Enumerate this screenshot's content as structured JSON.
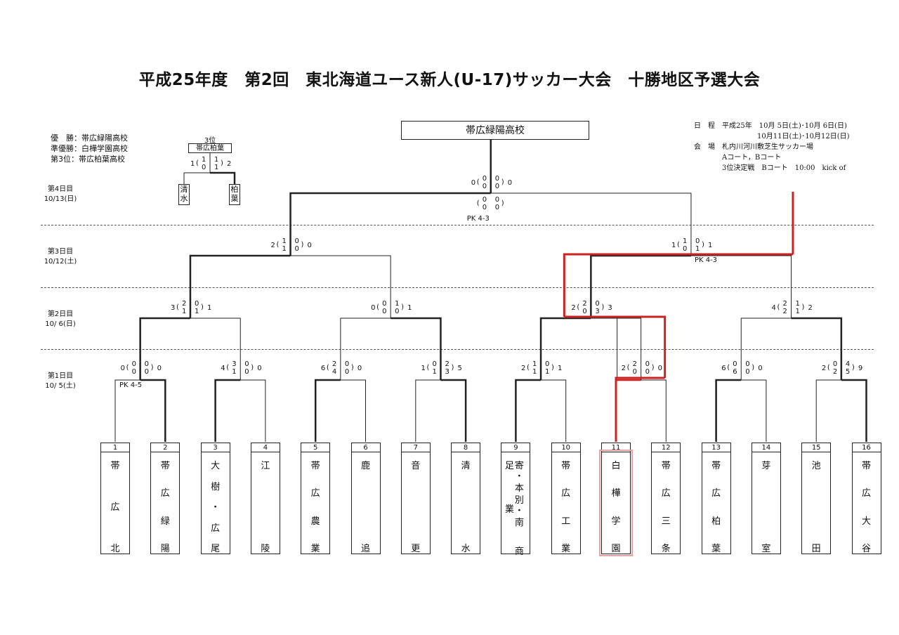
{
  "title": "平成25年度　第2回　東北海道ユース新人(U-17)サッカー大会　十勝地区予選大会",
  "results": {
    "winner": "優　勝：帯広緑陽高校",
    "runner_up": "準優勝：白樺学園高校",
    "third": "第3位：帯広柏葉高校"
  },
  "schedule": {
    "line1": "日　程　平成25年　10月 5日(土)･10月 6日(日)",
    "line2": "　　　　　　　　　10月11日(土)･10月12日(日)",
    "line3": "会　場　札内川河川敷芝生サッカー場",
    "line4": "　　　　Aコート，Bコート",
    "line5": "　　　　3位決定戦　Bコート　10:00　kick of"
  },
  "champion": "帯広緑陽高校",
  "third_place": {
    "label": "3位",
    "winner": "帯広柏葉",
    "left_team": "清水",
    "right_team": "柏葉",
    "score": {
      "l": "1",
      "l1": "1",
      "l2": "0",
      "r1": "1",
      "r2": "1",
      "r": "2"
    }
  },
  "days": [
    {
      "name": "第4日目",
      "date": "10/13(日)"
    },
    {
      "name": "第3日目",
      "date": "10/12(土)"
    },
    {
      "name": "第2日目",
      "date": "10/ 6(日)"
    },
    {
      "name": "第1日目",
      "date": "10/ 5(土)"
    }
  ],
  "teams": [
    {
      "no": "1",
      "name": "帯広北"
    },
    {
      "no": "2",
      "name": "帯広緑陽"
    },
    {
      "no": "3",
      "name": "大樹・広尾"
    },
    {
      "no": "4",
      "name": "江陵"
    },
    {
      "no": "5",
      "name": "帯広農業"
    },
    {
      "no": "6",
      "name": "鹿追"
    },
    {
      "no": "7",
      "name": "音更"
    },
    {
      "no": "8",
      "name": "清水"
    },
    {
      "no": "9",
      "name": "足寄・本別・南商業"
    },
    {
      "no": "10",
      "name": "帯広工業"
    },
    {
      "no": "11",
      "name": "白樺学園"
    },
    {
      "no": "12",
      "name": "帯広三条"
    },
    {
      "no": "13",
      "name": "帯広柏葉"
    },
    {
      "no": "14",
      "name": "芽室"
    },
    {
      "no": "15",
      "name": "池田"
    },
    {
      "no": "16",
      "name": "帯広大谷"
    }
  ],
  "scores": {
    "r1": [
      {
        "l": "0",
        "l1": "0",
        "l2": "0",
        "r1": "0",
        "r2": "0",
        "r": "0",
        "pk": "PK 4-5"
      },
      {
        "l": "4",
        "l1": "3",
        "l2": "1",
        "r1": "0",
        "r2": "0",
        "r": "0"
      },
      {
        "l": "6",
        "l1": "2",
        "l2": "4",
        "r1": "0",
        "r2": "0",
        "r": "0"
      },
      {
        "l": "1",
        "l1": "0",
        "l2": "1",
        "r1": "2",
        "r2": "3",
        "r": "5"
      },
      {
        "l": "2",
        "l1": "1",
        "l2": "1",
        "r1": "0",
        "r2": "1",
        "r": "1"
      },
      {
        "l": "2",
        "l1": "2",
        "l2": "0",
        "r1": "0",
        "r2": "0",
        "r": "0"
      },
      {
        "l": "6",
        "l1": "0",
        "l2": "6",
        "r1": "0",
        "r2": "0",
        "r": "0"
      },
      {
        "l": "2",
        "l1": "0",
        "l2": "2",
        "r1": "4",
        "r2": "5",
        "r": "9"
      }
    ],
    "r2": [
      {
        "l": "3",
        "l1": "2",
        "l2": "1",
        "r1": "0",
        "r2": "1",
        "r": "1"
      },
      {
        "l": "0",
        "l1": "0",
        "l2": "0",
        "r1": "1",
        "r2": "0",
        "r": "1"
      },
      {
        "l": "2",
        "l1": "2",
        "l2": "0",
        "r1": "0",
        "r2": "3",
        "r": "3"
      },
      {
        "l": "4",
        "l1": "2",
        "l2": "2",
        "r1": "1",
        "r2": "1",
        "r": "2"
      }
    ],
    "r3": [
      {
        "l": "2",
        "l1": "1",
        "l2": "1",
        "r1": "0",
        "r2": "0",
        "r": "0"
      },
      {
        "l": "1",
        "l1": "1",
        "l2": "0",
        "r1": "0",
        "r2": "1",
        "r": "1",
        "pk": "PK 4-3"
      }
    ],
    "final": {
      "l": "0",
      "l1": "0",
      "l2": "0",
      "r1": "0",
      "r2": "0",
      "r": "0",
      "e1": "0",
      "e2": "0",
      "e3": "0",
      "e4": "0",
      "pk": "PK 4-3"
    }
  },
  "colors": {
    "line": "#222222",
    "highlight": "#cc2222",
    "highlight_box": "#e8a2a2"
  }
}
